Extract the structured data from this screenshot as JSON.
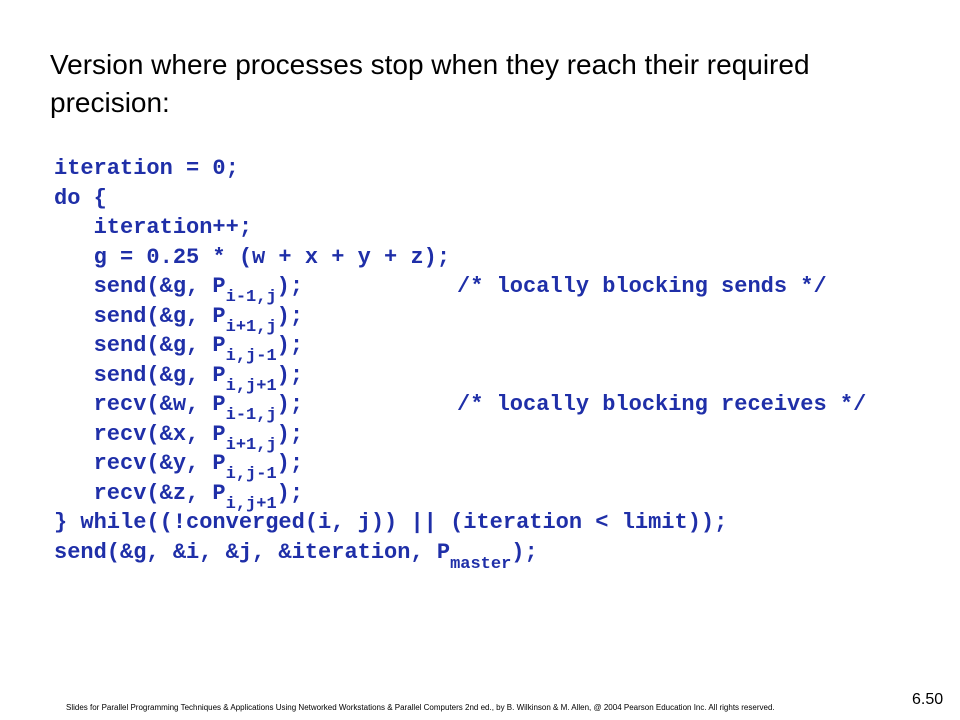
{
  "title": "Version where processes stop when they reach their required precision:",
  "code": {
    "line1": "iteration = 0;",
    "line2": "do {",
    "line3": "   iteration++;",
    "line4": "   g = 0.25 * (w + x + y + z);",
    "sends": [
      {
        "prefix": "   send(&g, P",
        "sub": "i-1,j",
        "suffix": ");",
        "comment": "/* locally blocking sends */"
      },
      {
        "prefix": "   send(&g, P",
        "sub": "i+1,j",
        "suffix": ");",
        "comment": ""
      },
      {
        "prefix": "   send(&g, P",
        "sub": "i,j-1",
        "suffix": ");",
        "comment": ""
      },
      {
        "prefix": "   send(&g, P",
        "sub": "i,j+1",
        "suffix": ");",
        "comment": ""
      }
    ],
    "recvs": [
      {
        "prefix": "   recv(&w, P",
        "sub": "i-1,j",
        "suffix": ");",
        "comment": "/* locally blocking receives */"
      },
      {
        "prefix": "   recv(&x, P",
        "sub": "i+1,j",
        "suffix": ");",
        "comment": ""
      },
      {
        "prefix": "   recv(&y, P",
        "sub": "i,j-1",
        "suffix": ");",
        "comment": ""
      },
      {
        "prefix": "   recv(&z, P",
        "sub": "i,j+1",
        "suffix": ");",
        "comment": ""
      }
    ],
    "while_line": "} while((!converged(i, j)) || (iteration < limit));",
    "final": {
      "prefix": "send(&g, &i, &j, &iteration, P",
      "sub": "master",
      "suffix": ");"
    }
  },
  "footer": "Slides for Parallel Programming Techniques & Applications Using Networked Workstations & Parallel Computers 2nd ed., by B. Wilkinson & M. Allen, @ 2004 Pearson Education Inc. All rights reserved.",
  "slide_number": "6.50",
  "colors": {
    "code": "#1f2fa8",
    "text": "#000000",
    "background": "#ffffff"
  }
}
